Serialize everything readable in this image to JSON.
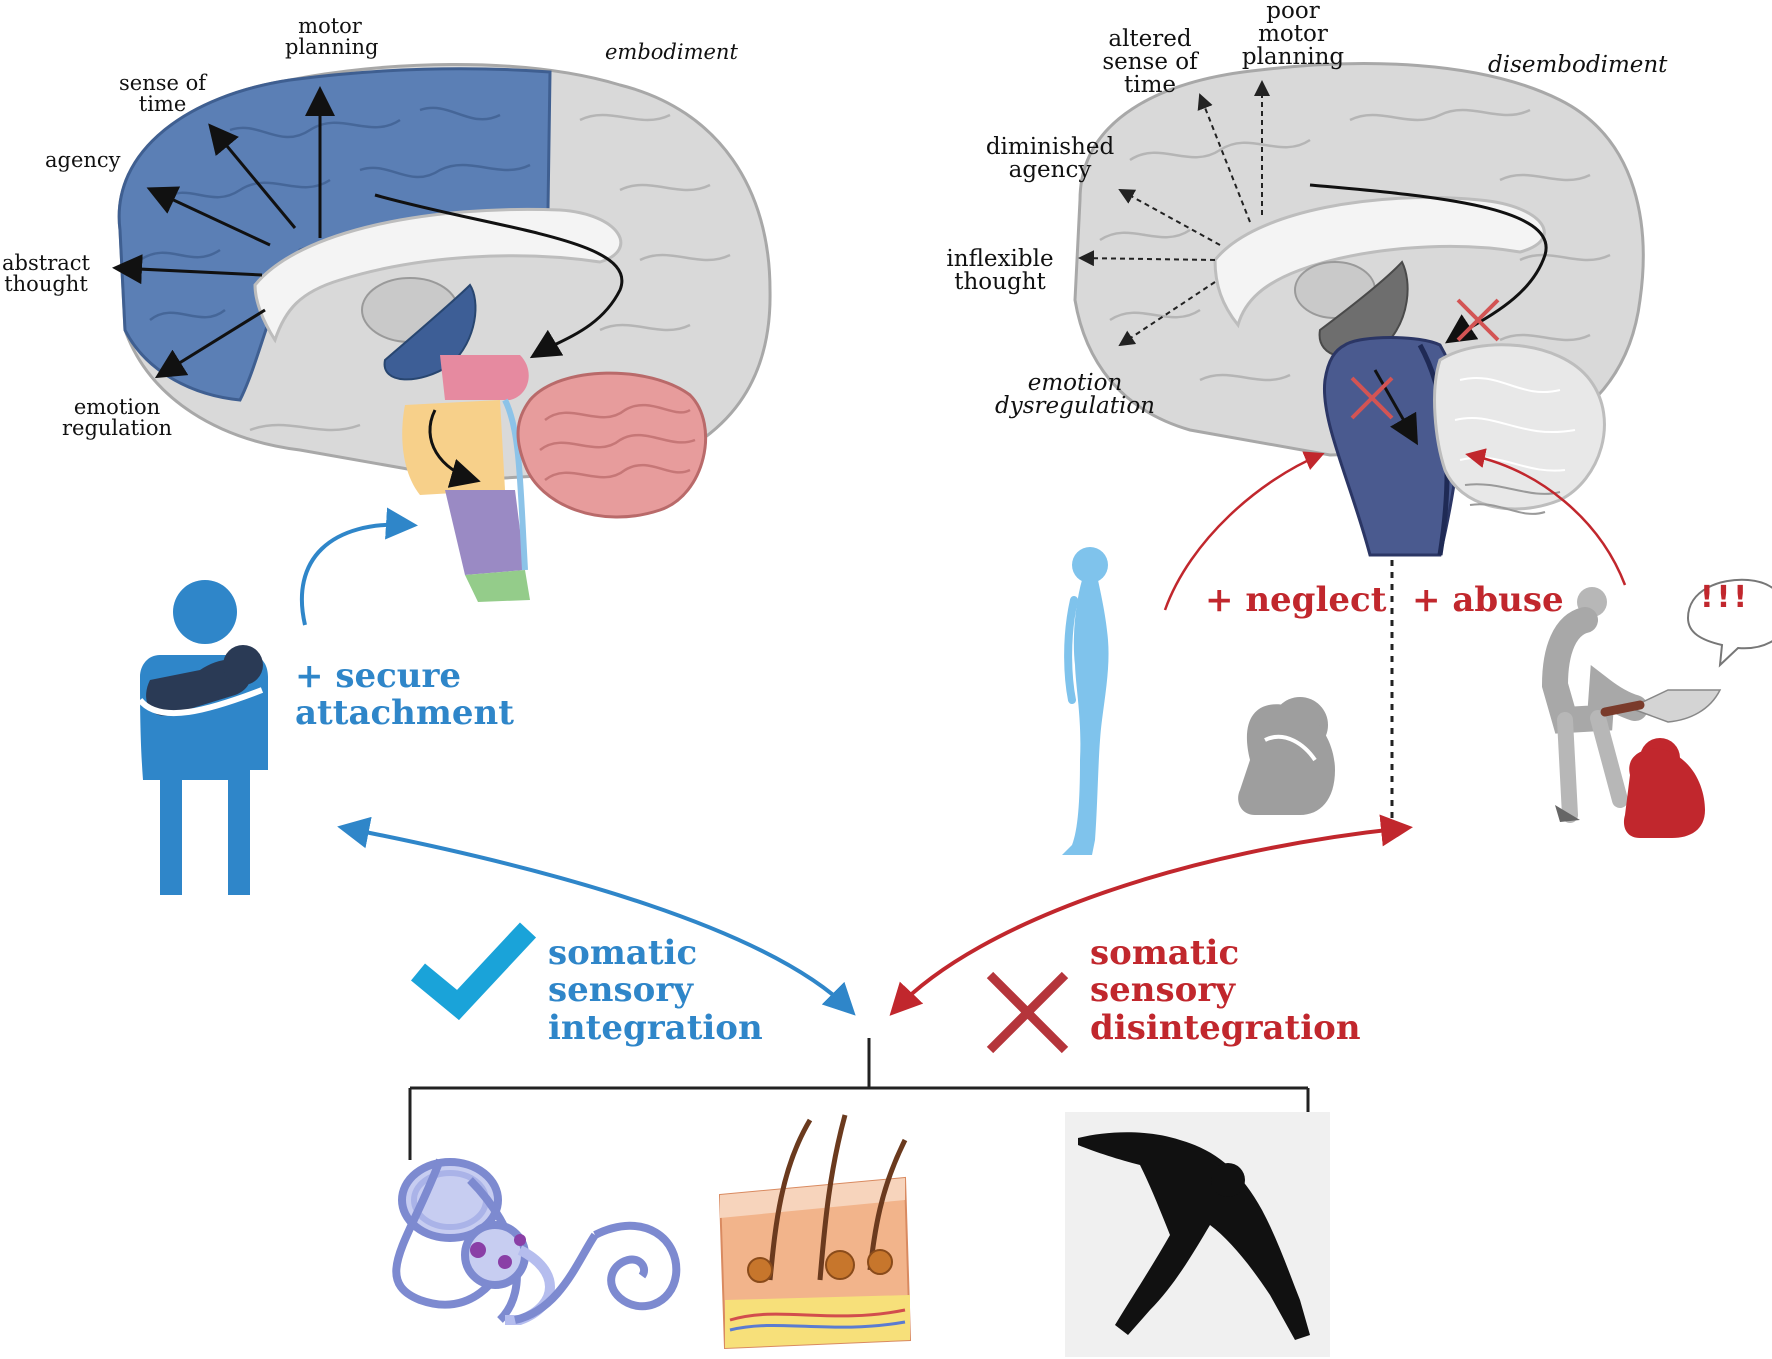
{
  "left_brain": {
    "title": "embodiment",
    "labels": {
      "motor_planning": "motor planning",
      "sense_of_time": "sense of time",
      "agency": "agency",
      "abstract_thought": "abstract thought",
      "emotion_regulation": "emotion regulation"
    }
  },
  "right_brain": {
    "title": "disembodiment",
    "labels": {
      "poor_motor_planning": "poor motor planning",
      "altered_sense_of_time": "altered sense of time",
      "diminished_agency": "diminished agency",
      "inflexible_thought": "inflexible thought",
      "emotion_dysregulation": "emotion dysregulation"
    }
  },
  "left_path": {
    "label_line1": "+ secure",
    "label_line2": "attachment"
  },
  "right_path": {
    "neglect": "+ neglect",
    "abuse": "+ abuse",
    "exclaim": "!!!"
  },
  "outcomes": {
    "integration": [
      "somatic",
      "sensory",
      "integration"
    ],
    "disintegration": [
      "somatic",
      "sensory",
      "disintegration"
    ]
  },
  "colors": {
    "blue": "#2f86c9",
    "red": "#c1272d",
    "cortex_blue": "#5b7fb5",
    "brain_gray": "#d9d9d9",
    "check": "#1aa3d9"
  },
  "icons": [
    "parent-holding-child-icon",
    "standing-person-icon",
    "crouching-child-icon",
    "adult-with-knife-icon",
    "inner-ear-icon",
    "skin-cross-section-icon",
    "stretching-person-icon",
    "check-icon",
    "cross-icon"
  ]
}
